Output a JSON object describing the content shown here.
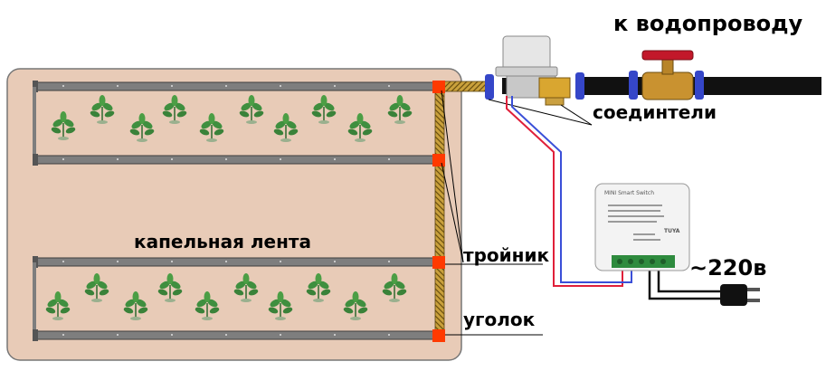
{
  "labels": {
    "water_supply": "к водопроводу",
    "connectors": "соединтели",
    "drip_tape": "капельная лента",
    "tee": "тройник",
    "corner": "уголок",
    "voltage": "~220в"
  },
  "module": {
    "brand_text": "MINI Smart Switch",
    "logo_text": "TUYA"
  },
  "colors": {
    "bed_soil": "#e8cbb7",
    "pipe": "#7e7e7e",
    "fitting": "#ff3a00",
    "hose": "#c9a23a",
    "wire_red": "#e0203a",
    "wire_blue": "#3a4fd8",
    "clamp": "#3546c8",
    "plant": "#3f8f3f"
  },
  "icons": [
    "garden-bed",
    "drip-pipe",
    "plant-icon",
    "water-pipe",
    "gate-valve-icon",
    "solenoid-valve-icon",
    "smart-switch-module",
    "power-plug-icon"
  ]
}
